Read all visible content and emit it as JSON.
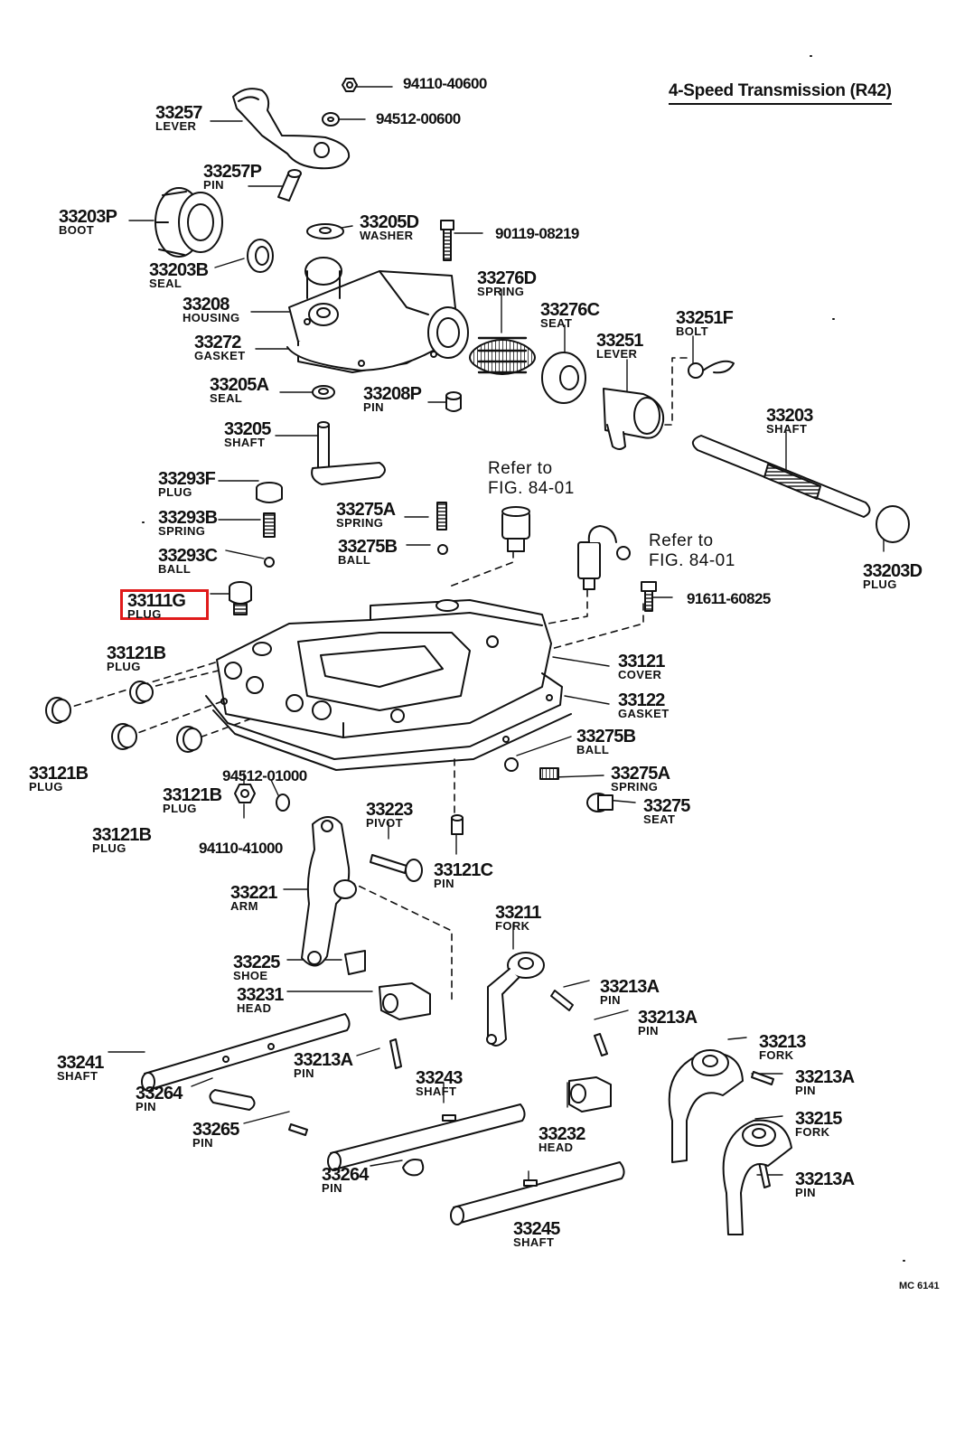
{
  "title": "4-Speed Transmission (R42)",
  "figure_code": "MC 6141",
  "refer_1": {
    "line1": "Refer to",
    "line2": "FIG. 84-01"
  },
  "refer_2": {
    "line1": "Refer to",
    "line2": "FIG. 84-01"
  },
  "highlight_part": "33111G",
  "parts": {
    "p33257": {
      "number": "33257",
      "name": "LEVER"
    },
    "p33257P": {
      "number": "33257P",
      "name": "PIN"
    },
    "p33203P": {
      "number": "33203P",
      "name": "BOOT"
    },
    "p33203B": {
      "number": "33203B",
      "name": "SEAL"
    },
    "p33208": {
      "number": "33208",
      "name": "HOUSING"
    },
    "p33272": {
      "number": "33272",
      "name": "GASKET"
    },
    "p33205A": {
      "number": "33205A",
      "name": "SEAL"
    },
    "p33205": {
      "number": "33205",
      "name": "SHAFT"
    },
    "p33205D": {
      "number": "33205D",
      "name": "WASHER"
    },
    "p33208P": {
      "number": "33208P",
      "name": "PIN"
    },
    "p33276D": {
      "number": "33276D",
      "name": "SPRING"
    },
    "p33276C": {
      "number": "33276C",
      "name": "SEAT"
    },
    "p33251": {
      "number": "33251",
      "name": "LEVER"
    },
    "p33251F": {
      "number": "33251F",
      "name": "BOLT"
    },
    "p33203": {
      "number": "33203",
      "name": "SHAFT"
    },
    "p33203D": {
      "number": "33203D",
      "name": "PLUG"
    },
    "p33293F": {
      "number": "33293F",
      "name": "PLUG"
    },
    "p33293B": {
      "number": "33293B",
      "name": "SPRING"
    },
    "p33293C": {
      "number": "33293C",
      "name": "BALL"
    },
    "p33111G": {
      "number": "33111G",
      "name": "PLUG"
    },
    "p33275A_top": {
      "number": "33275A",
      "name": "SPRING"
    },
    "p33275B_top": {
      "number": "33275B",
      "name": "BALL"
    },
    "p33121B_a": {
      "number": "33121B",
      "name": "PLUG"
    },
    "p33121B_b": {
      "number": "33121B",
      "name": "PLUG"
    },
    "p33121B_c": {
      "number": "33121B",
      "name": "PLUG"
    },
    "p33121B_d": {
      "number": "33121B",
      "name": "PLUG"
    },
    "p33121": {
      "number": "33121",
      "name": "COVER"
    },
    "p33122": {
      "number": "33122",
      "name": "GASKET"
    },
    "p33275B": {
      "number": "33275B",
      "name": "BALL"
    },
    "p33275A": {
      "number": "33275A",
      "name": "SPRING"
    },
    "p33275": {
      "number": "33275",
      "name": "SEAT"
    },
    "p33223": {
      "number": "33223",
      "name": "PIVOT"
    },
    "p33121C": {
      "number": "33121C",
      "name": "PIN"
    },
    "p33221": {
      "number": "33221",
      "name": "ARM"
    },
    "p33225": {
      "number": "33225",
      "name": "SHOE"
    },
    "p33231": {
      "number": "33231",
      "name": "HEAD"
    },
    "p33211": {
      "number": "33211",
      "name": "FORK"
    },
    "p33213A_1": {
      "number": "33213A",
      "name": "PIN"
    },
    "p33213A_2": {
      "number": "33213A",
      "name": "PIN"
    },
    "p33213A_3": {
      "number": "33213A",
      "name": "PIN"
    },
    "p33213A_4": {
      "number": "33213A",
      "name": "PIN"
    },
    "p33213A_5": {
      "number": "33213A",
      "name": "PIN"
    },
    "p33213": {
      "number": "33213",
      "name": "FORK"
    },
    "p33215": {
      "number": "33215",
      "name": "FORK"
    },
    "p33241": {
      "number": "33241",
      "name": "SHAFT"
    },
    "p33264_a": {
      "number": "33264",
      "name": "PIN"
    },
    "p33264_b": {
      "number": "33264",
      "name": "PIN"
    },
    "p33265": {
      "number": "33265",
      "name": "PIN"
    },
    "p33243": {
      "number": "33243",
      "name": "SHAFT"
    },
    "p33232": {
      "number": "33232",
      "name": "HEAD"
    },
    "p33245": {
      "number": "33245",
      "name": "SHAFT"
    }
  },
  "std_parts": {
    "s94110_40600": "94110-40600",
    "s94512_00600": "94512-00600",
    "s90119_08219": "90119-08219",
    "s91611_60825": "91611-60825",
    "s94512_01000": "94512-01000",
    "s94110_41000": "94110-41000"
  }
}
